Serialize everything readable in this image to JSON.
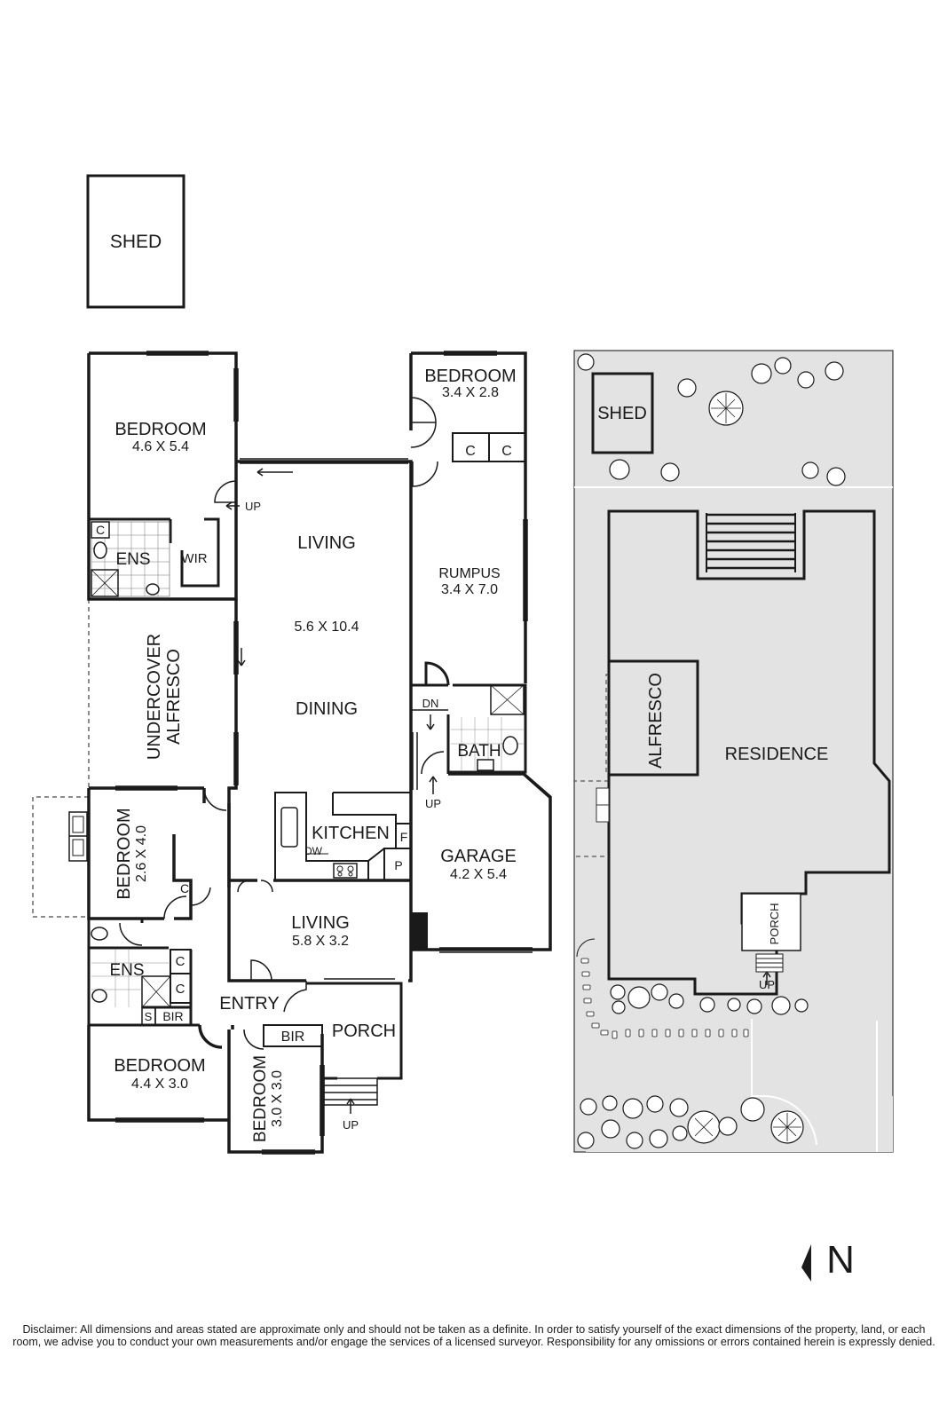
{
  "floor_plan": {
    "shed": "SHED",
    "bedroom_nw": {
      "name": "BEDROOM",
      "size": "4.6 X 5.4"
    },
    "bedroom_ne": {
      "name": "BEDROOM",
      "size": "3.4 X 2.8"
    },
    "closet": "C",
    "up": "UP",
    "dn": "DN",
    "ensuite": "ENS",
    "wir": "WIR",
    "living_main": "LIVING",
    "living_size": "5.6 X 10.4",
    "dining": "DINING",
    "rumpus": {
      "name": "RUMPUS",
      "size": "3.4 X 7.0"
    },
    "undercover": "UNDERCOVER",
    "alfresco": "ALFRESCO",
    "bath": "BATH",
    "bedroom_w": {
      "name": "BEDROOM",
      "size": "2.6 X 4.0"
    },
    "kitchen": "KITCHEN",
    "fridge": "F",
    "pantry": "P",
    "dishwasher": "DW",
    "garage": {
      "name": "GARAGE",
      "size": "4.2 X 5.4"
    },
    "living_front": {
      "name": "LIVING",
      "size": "5.8 X 3.2"
    },
    "spa": "S",
    "bir": "BIR",
    "entry": "ENTRY",
    "porch": "PORCH",
    "bedroom_sw": {
      "name": "BEDROOM",
      "size": "4.4 X 3.0"
    },
    "bedroom_s": {
      "name": "BEDROOM",
      "size": "3.0 X 3.0"
    }
  },
  "site_plan": {
    "shed": "SHED",
    "alfresco": "ALFRESCO",
    "residence": "RESIDENCE",
    "porch": "PORCH",
    "up": "UP"
  },
  "compass": {
    "letter": "N"
  },
  "disclaimer": "Disclaimer: All dimensions and areas stated are approximate only and should not be taken as a definite. In order to satisfy yourself of the exact dimensions of the property, land, or each room, we advise you to conduct your own measurements and/or engage the services of a licensed surveyor. Responsibility for any omissions or errors contained herein is expressly denied.",
  "colors": {
    "site_fill": "#e3e3e3",
    "ink": "#1a1a1a"
  }
}
